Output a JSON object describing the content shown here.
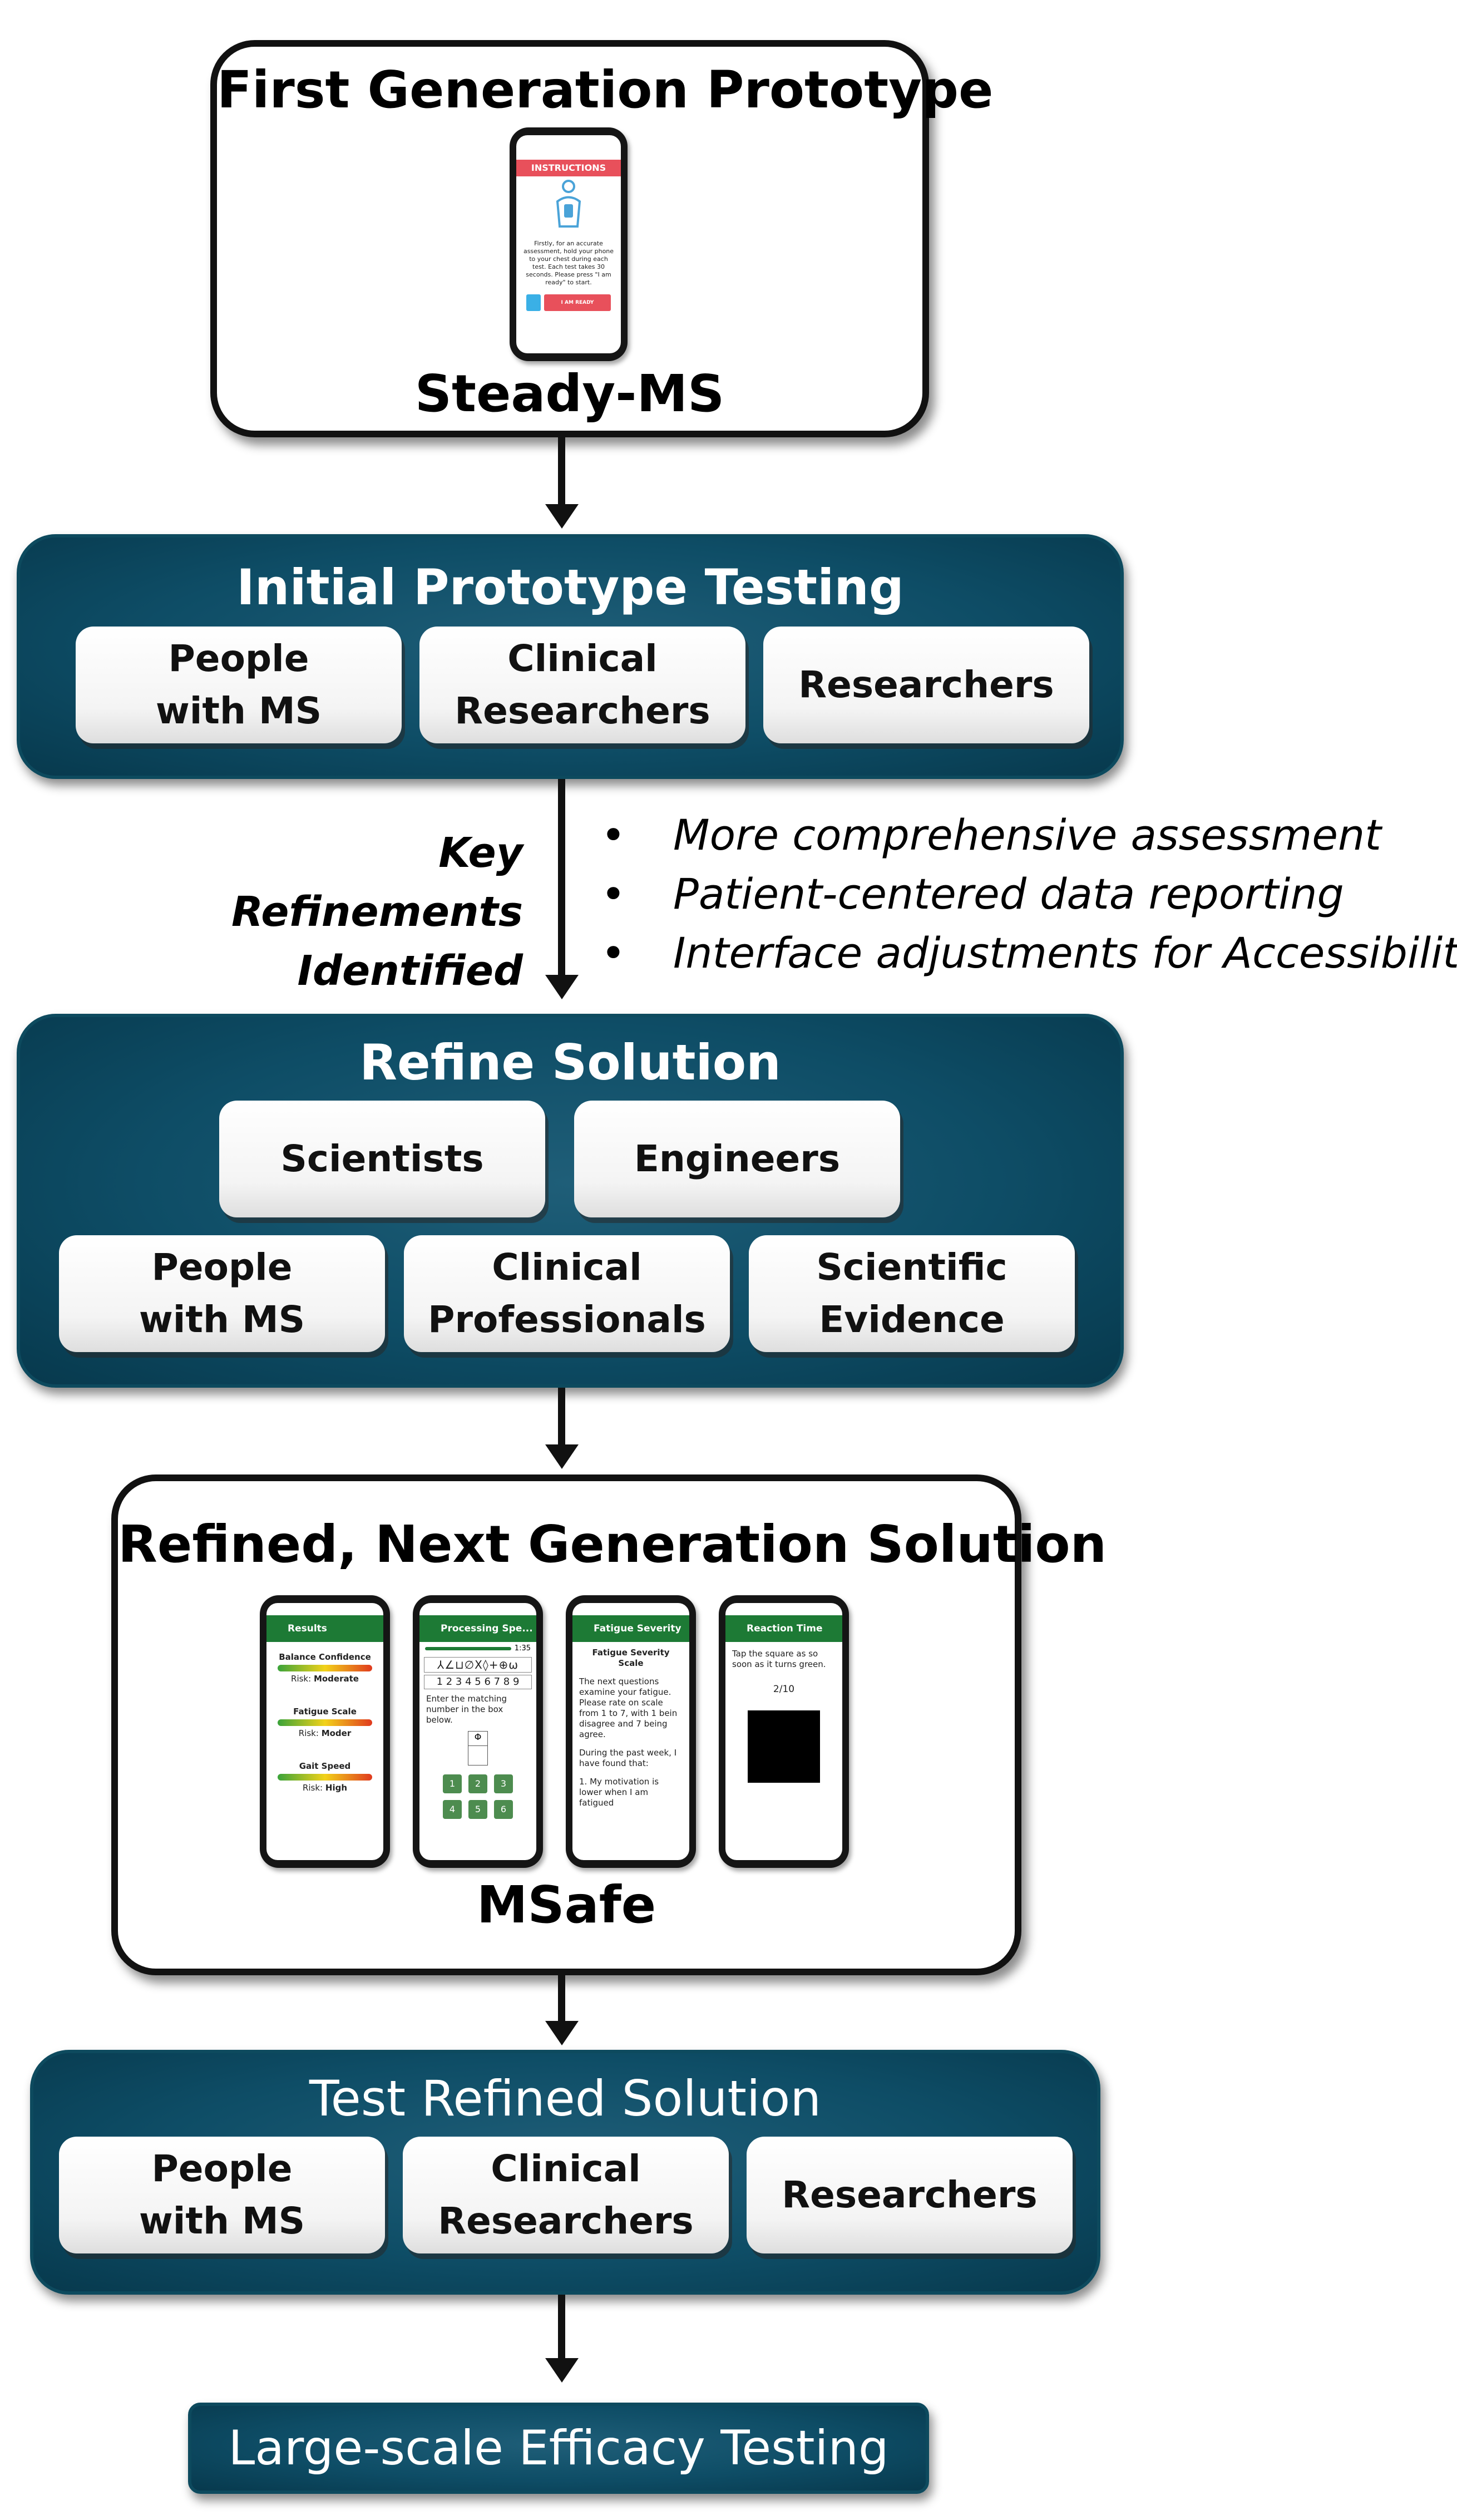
{
  "first_prototype": {
    "title": "First Generation Prototype",
    "name": "Steady-MS",
    "phone": {
      "header": "INSTRUCTIONS",
      "body": "Firstly, for an accurate assessment, hold your phone to your chest during each test. Each test takes 30 seconds. Please press \"I am ready\" to start.",
      "button": "I AM READY"
    }
  },
  "initial_testing": {
    "title": "Initial Prototype Testing",
    "items": [
      "People\nwith MS",
      "Clinical\nResearchers",
      "Researchers"
    ]
  },
  "refinements": {
    "label": "Key Refinements\nIdentified",
    "bullets": [
      "More comprehensive assessment",
      "Patient-centered data reporting",
      "Interface adjustments for Accessibility"
    ]
  },
  "refine_solution": {
    "title": "Refine Solution",
    "top_items": [
      "Scientists",
      "Engineers"
    ],
    "bottom_items": [
      "People\nwith MS",
      "Clinical\nProfessionals",
      "Scientific\nEvidence"
    ]
  },
  "next_generation": {
    "title": "Refined, Next Generation Solution",
    "name": "MSafe",
    "phones": {
      "results": {
        "header": "Results",
        "balance_label": "Balance Confidence",
        "balance_risk_prefix": "Risk: ",
        "balance_risk": "Moderate",
        "fatigue_label": "Fatigue Scale",
        "fatigue_risk_prefix": "Risk: ",
        "fatigue_risk": "Moder",
        "gait_label": "Gait Speed",
        "gait_risk_prefix": "Risk: ",
        "gait_risk": "High"
      },
      "processing": {
        "header": "Processing Spe...",
        "timer": "1:35",
        "symbols": "⅄∠⊔∅X◊+⊕ω",
        "digits": "1 2 3 4 5 6 7 8 9",
        "instruction": "Enter the matching number in the box below.",
        "target": "Φ",
        "keys": [
          "1",
          "2",
          "3",
          "4",
          "5",
          "6"
        ]
      },
      "fatigue": {
        "header": "Fatigue Severity",
        "title": "Fatigue Severity Scale",
        "intro": "The next questions examine your fatigue. Please rate on scale from 1 to 7, with 1 bein disagree and 7 being agree.",
        "prompt": "During the past week, I have found that:",
        "question": "1. My motivation is lower when I am fatigued"
      },
      "reaction": {
        "header": "Reaction Time",
        "instruction": "Tap the square as so soon as it turns green.",
        "counter": "2/10"
      }
    }
  },
  "test_refined": {
    "title": "Test Refined Solution",
    "items": [
      "People\nwith MS",
      "Clinical\nResearchers",
      "Researchers"
    ]
  },
  "final": {
    "title": "Large-scale Efficacy Testing"
  },
  "colors": {
    "panel": "#0e4d66",
    "app_green": "#1d7a35",
    "instruction_red": "#e8505b"
  }
}
